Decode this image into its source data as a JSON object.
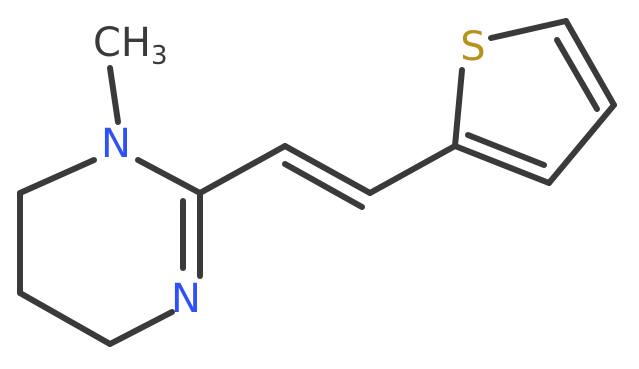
{
  "molecule": {
    "atoms": {
      "n1": {
        "symbol": "N"
      },
      "n2": {
        "symbol": "N"
      },
      "s": {
        "symbol": "S"
      },
      "methyl": {
        "main": "CH",
        "subscript": "3"
      }
    },
    "colors": {
      "bond": "#3a3a3a",
      "nitrogen": "#3050f8",
      "sulfur": "#b8921a",
      "carbon_label": "#3a3a3a"
    }
  }
}
